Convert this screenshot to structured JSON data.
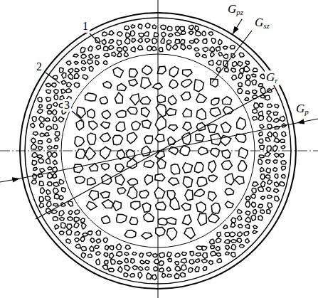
{
  "diagram": {
    "labels": [
      "1",
      "2",
      "3",
      "Gpz",
      "Gsz",
      "Gr",
      "Gp"
    ]
  }
}
